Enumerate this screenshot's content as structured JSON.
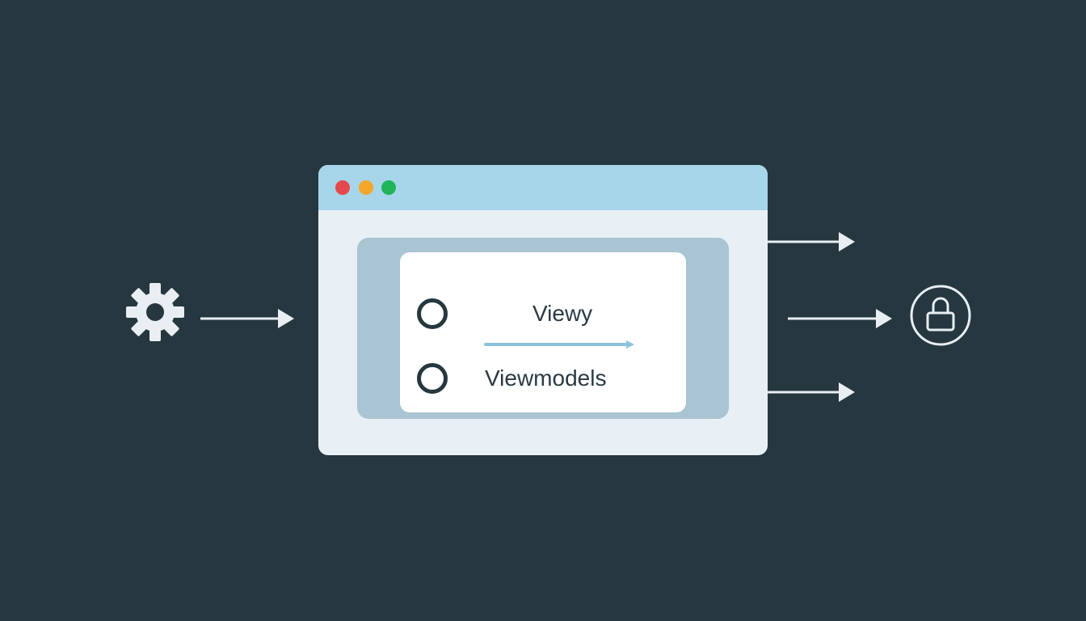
{
  "diagram": {
    "colors": {
      "background": "#263740",
      "window_body": "#e8f0f5",
      "titlebar": "#a7d6ea",
      "panel": "#a9c4d2",
      "card": "#ffffff",
      "line": "#e8eef2",
      "text": "#2b3a44",
      "inner_arrow": "#8cc3dc"
    },
    "window": {
      "traffic_lights": [
        {
          "name": "close",
          "color": "#e5484d"
        },
        {
          "name": "minimize",
          "color": "#f4a62a"
        },
        {
          "name": "maximize",
          "color": "#1fb35a"
        }
      ],
      "options": [
        {
          "label": "Viewy"
        },
        {
          "label": "Viewmodels"
        }
      ]
    },
    "icons": {
      "left": "gear-icon",
      "right": "lock-icon"
    }
  }
}
